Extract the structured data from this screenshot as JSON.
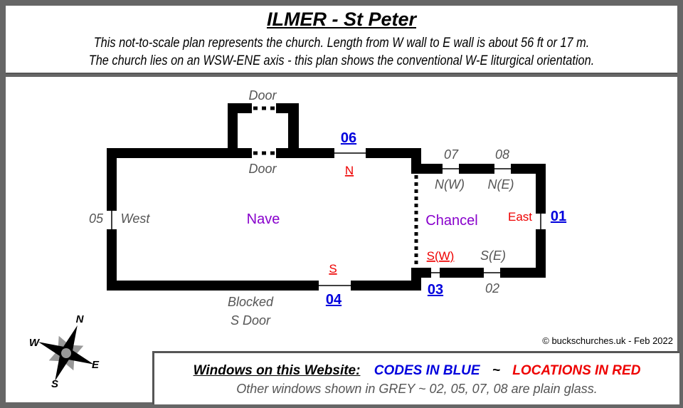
{
  "header": {
    "title": "ILMER  -  St Peter",
    "line1": "This not-to-scale plan represents the church.   Length from W wall to E wall is about 56 ft or 17 m.",
    "line2": "The church lies on an WSW-ENE axis - this plan shows the conventional W-E liturgical orientation."
  },
  "plan": {
    "rooms": {
      "nave": "Nave",
      "chancel": "Chancel"
    },
    "doors": {
      "porch_outer": "Door",
      "porch_inner": "Door",
      "blocked_line1": "Blocked",
      "blocked_line2": "S Door"
    },
    "windows": [
      {
        "code": "06",
        "location": "N",
        "code_color": "#0000dd",
        "location_color": "#ee0000",
        "on_website": true
      },
      {
        "code": "04",
        "location": "S",
        "code_color": "#0000dd",
        "location_color": "#ee0000",
        "on_website": true
      },
      {
        "code": "03",
        "location": "S(W)",
        "code_color": "#0000dd",
        "location_color": "#ee0000",
        "on_website": true
      },
      {
        "code": "01",
        "location": "East",
        "code_color": "#0000dd",
        "location_color": "#ee0000",
        "on_website": true
      },
      {
        "code": "05",
        "location": "West",
        "on_website": false
      },
      {
        "code": "07",
        "location": "N(W)",
        "on_website": false
      },
      {
        "code": "08",
        "location": "N(E)",
        "on_website": false
      },
      {
        "code": "02",
        "location": "S(E)",
        "on_website": false
      }
    ],
    "colors": {
      "room_label": "#8800cc",
      "grey_text": "#555555",
      "wall": "#000000"
    }
  },
  "compass": {
    "n": "N",
    "e": "E",
    "s": "S",
    "w": "W"
  },
  "copyright": "© buckschurches.uk - Feb 2022",
  "legend": {
    "heading": "Windows on this Website:",
    "blue_label": "CODES IN BLUE",
    "sep": "~",
    "red_label": "LOCATIONS IN RED",
    "note": "Other windows shown in GREY   ~   02, 05, 07, 08 are plain glass."
  }
}
